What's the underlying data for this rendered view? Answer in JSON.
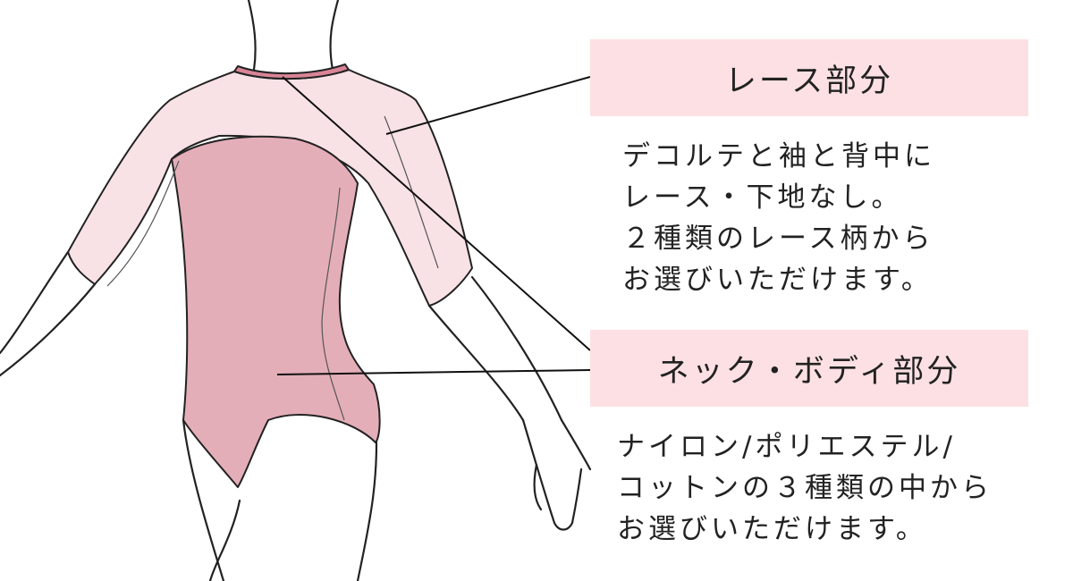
{
  "colors": {
    "label_bg": "#fde0e3",
    "lace": "#f8e2e6",
    "body_fabric": "#e4aeb9",
    "neck_band": "#d98497",
    "outline": "#222222"
  },
  "lace_section": {
    "heading": "レース部分",
    "lines": [
      "デコルテと袖と背中に",
      "レース・下地なし。",
      "２種類のレース柄から",
      "お選びいただけます。"
    ]
  },
  "body_section": {
    "heading": "ネック・ボディ部分",
    "lines": [
      "ナイロン/ポリエステル/",
      "コットンの３種類の中から",
      "お選びいただけます。"
    ]
  }
}
